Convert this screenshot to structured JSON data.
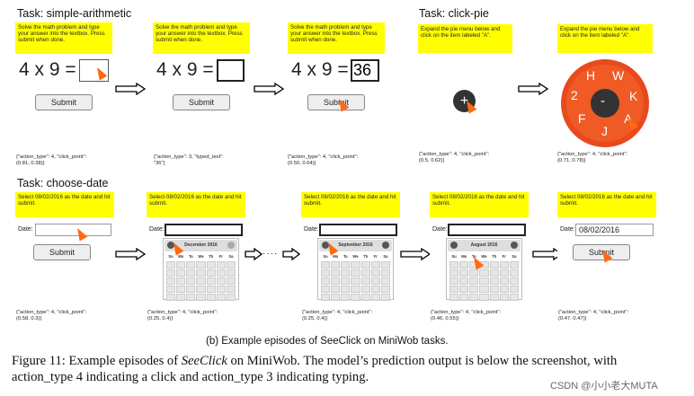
{
  "rows": {
    "r1": {
      "titles": {
        "arith": "Task: simple-arithmetic",
        "pie": "Task: click-pie"
      },
      "arith": [
        {
          "instruction": "Solve the math problem and type your answer into the textbox. Press submit when done.",
          "equation": "4 x 9 =",
          "answer": "",
          "submit": "Submit",
          "prediction": "{\"action_type\": 4, \"click_point\":\n(0.81, 0.38)}"
        },
        {
          "instruction": "Solve the math problem and type your answer into the textbox. Press submit when done.",
          "equation": "4 x 9 =",
          "answer": "",
          "submit": "Submit",
          "prediction": "{\"action_type\": 3, \"typed_text\":\n\"36\"}"
        },
        {
          "instruction": "Solve the math problem and type your answer into the textbox. Press submit when done.",
          "equation": "4 x 9 =",
          "answer": "36",
          "submit": "Submit",
          "prediction": "{\"action_type\": 4, \"click_point\":\n(0.50, 0.64)}"
        }
      ],
      "pie": [
        {
          "instruction": "Expand the pie menu below and click on the item labeled \"A\".",
          "center": "+",
          "prediction": "{\"action_type\": 4, \"click_point\":\n(0.5, 0.62)}"
        },
        {
          "instruction": "Expand the pie menu below and click on the item labeled \"A\".",
          "center": "-",
          "items": [
            "H",
            "W",
            "K",
            "A",
            "J",
            "F",
            "2"
          ],
          "prediction": "{\"action_type\": 4, \"click_point\":\n(0.71, 0.78)}"
        }
      ]
    },
    "r2": {
      "title": "Task: choose-date",
      "instruction": "Select 08/02/2016 as the date and hit submit.",
      "date_label": "Date:",
      "submit": "Submit",
      "weekdays": [
        "Su",
        "Mo",
        "Tu",
        "We",
        "Th",
        "Fr",
        "Sa"
      ],
      "screens": [
        {
          "prediction": "{\"action_type\": 4, \"click_point\":\n(0.58, 0.3)}",
          "value": ""
        },
        {
          "prediction": "{\"action_type\": 4, \"click_point\":\n(0.25, 0.4)}",
          "value": "",
          "month": "December 2016"
        },
        {
          "prediction": "{\"action_type\": 4, \"click_point\":\n(0.25, 0.4)}",
          "value": "",
          "month": "September 2016"
        },
        {
          "prediction": "{\"action_type\": 4, \"click_point\":\n(0.46, 0.55)}",
          "value": "",
          "month": "August 2016"
        },
        {
          "prediction": "{\"action_type\": 4, \"click_point\":\n(0.47, 0.47)}",
          "value": "08/02/2016"
        }
      ],
      "ellipsis": "····"
    }
  },
  "subcaption": "(b) Example episodes of SeeClick on MiniWob tasks.",
  "caption": {
    "l1a": "Figure 11: Example episodes of ",
    "l1b": "SeeClick",
    "l1c": " on MiniWob. The model’s prediction output is below the screenshot, with",
    "l2": "action_type 4 indicating a click and action_type 3 indicating typing."
  },
  "watermark": "CSDN @小小老大MUTA",
  "colors": {
    "highlight": "#ffff00",
    "cursor": "#ff6a13",
    "pie": "#e8491d"
  }
}
